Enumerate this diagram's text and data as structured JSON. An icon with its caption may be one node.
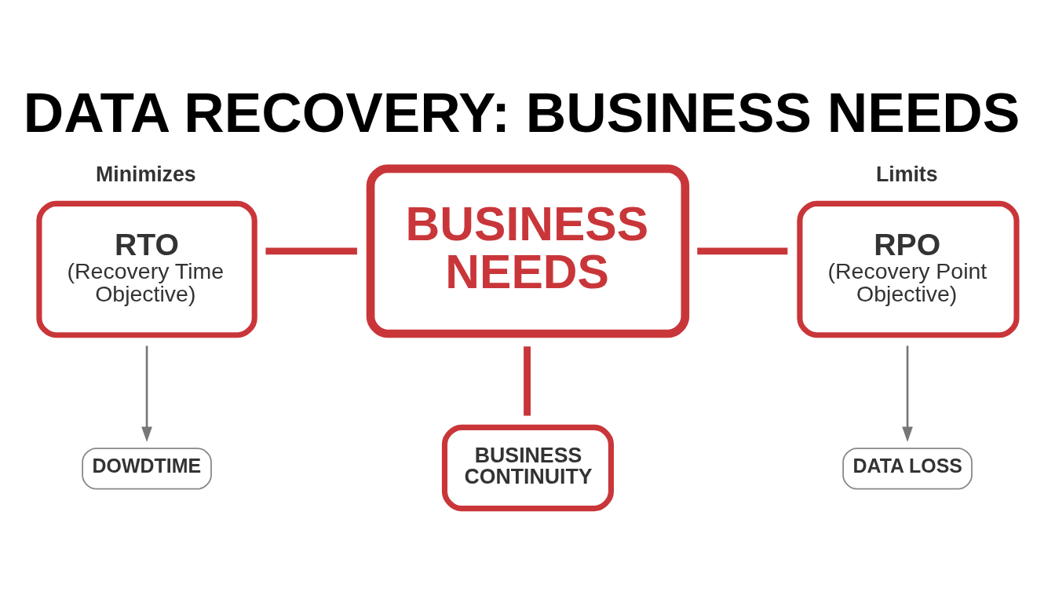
{
  "diagram": {
    "title": "DATA RECOVERY: BUSINESS NEEDS",
    "nodes": [
      {
        "text": [
          "RTO",
          "(Recovery Time Objective)"
        ],
        "beside": [
          "Minimizes"
        ]
      },
      {
        "text": [
          "BUSINESS NEEDS"
        ]
      },
      {
        "text": [
          "RPO",
          "(Recovery Point Objective)"
        ],
        "beside": [
          "Limits"
        ]
      },
      {
        "text": [
          "DOWDTIME"
        ]
      },
      {
        "text": [
          "BUSINESS CONTINUITY"
        ]
      },
      {
        "text": [
          "DATA LOSS"
        ]
      }
    ],
    "edges": [
      {
        "from": 0,
        "to": 1,
        "arrow": "none"
      },
      {
        "from": 1,
        "to": 2,
        "arrow": "none"
      },
      {
        "from": 1,
        "to": 4,
        "arrow": "none"
      },
      {
        "from": 0,
        "to": 3,
        "arrow": "to",
        "color": "#777777"
      },
      {
        "from": 2,
        "to": 5,
        "arrow": "to",
        "color": "#777777"
      }
    ]
  }
}
